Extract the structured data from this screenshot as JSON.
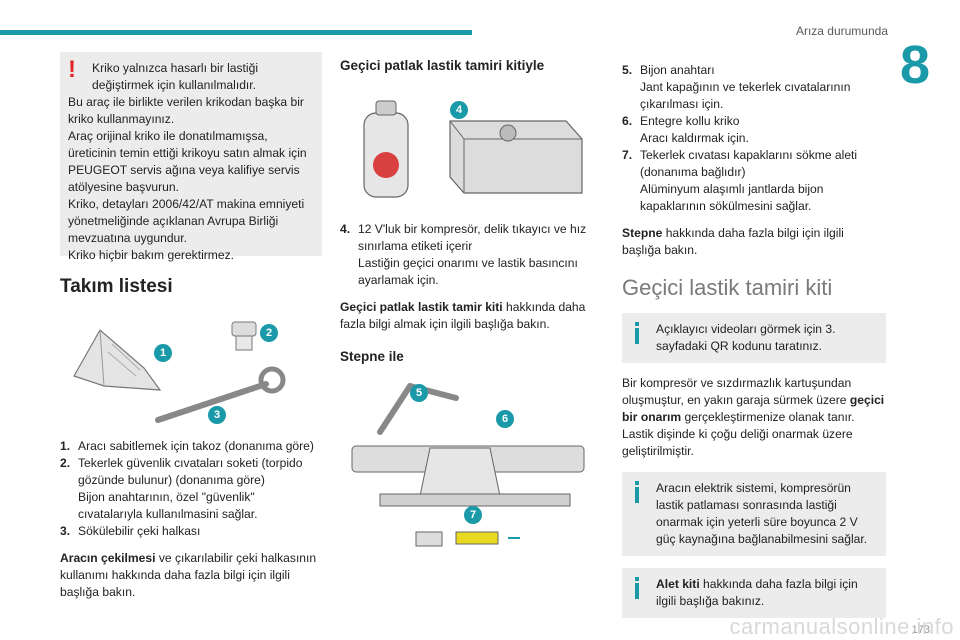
{
  "header": {
    "title": "Arıza durumunda",
    "chapter": "8"
  },
  "col1": {
    "warning_first": "Kriko yalnızca hasarlı bir lastiği değiştirmek için kullanılmalıdır.",
    "warning_rest": [
      "Bu araç ile birlikte verilen krikodan başka bir kriko kullanmayınız.",
      "Araç orijinal kriko ile donatılmamışsa, üreticinin temin ettiği krikoyu satın almak için PEUGEOT servis ağına veya kalifiye servis atölyesine başvurun.",
      "Kriko, detayları 2006/42/AT makina emniyeti yönetmeliğinde açıklanan Avrupa Birliği mevzuatına uygundur.",
      "Kriko hiçbir bakım gerektirmez."
    ],
    "heading": "Takım listesi",
    "callouts": [
      "1",
      "2",
      "3"
    ],
    "items": [
      {
        "n": "1.",
        "lines": [
          "Aracı sabitlemek için takoz (donanıma göre)"
        ]
      },
      {
        "n": "2.",
        "lines": [
          "Tekerlek güvenlik cıvataları soketi (torpido gözünde bulunur) (donanıma göre)",
          "Bijon anahtarının, özel \"güvenlik\" cıvatalarıyla kullanılmasini sağlar."
        ]
      },
      {
        "n": "3.",
        "lines": [
          "Sökülebilir çeki halkası"
        ]
      }
    ],
    "para_bold": "Aracın çekilmesi",
    "para_rest": " ve çıkarılabilir çeki halkasının kullanımı hakkında daha fazla bilgi için ilgili başlığa bakın."
  },
  "col2": {
    "heading1": "Geçici patlak lastik tamiri kitiyle",
    "callout4": "4",
    "item4_n": "4.",
    "item4_l1": "12 V'luk bir kompresör, delik tıkayıcı ve hız sınırlama etiketi içerir",
    "item4_l2": "Lastiğin geçici onarımı ve lastik basıncını ayarlamak için.",
    "para_bold": "Geçici patlak lastik tamir kiti",
    "para_rest": " hakkında daha fazla bilgi almak için ilgili başlığa bakın.",
    "heading2": "Stepne ile",
    "callouts": [
      "5",
      "6",
      "7"
    ]
  },
  "col3": {
    "items": [
      {
        "n": "5.",
        "lines": [
          "Bijon anahtarı",
          "Jant kapağının ve tekerlek cıvatalarının çıkarılması için."
        ]
      },
      {
        "n": "6.",
        "lines": [
          "Entegre kollu kriko",
          "Aracı kaldırmak için."
        ]
      },
      {
        "n": "7.",
        "lines": [
          "Tekerlek cıvatası kapaklarını sökme aleti (donanıma bağlıdır)",
          "Alüminyum alaşımlı jantlarda bijon kapaklarının sökülmesini sağlar."
        ]
      }
    ],
    "para1_bold": "Stepne",
    "para1_rest": " hakkında daha fazla bilgi için ilgili başlığa bakın.",
    "heading": "Geçici lastik tamiri kiti",
    "info1": "Açıklayıcı videoları görmek için 3. sayfadaki QR kodunu taratınız.",
    "para2_a": "Bir kompresör ve sızdırmazlık kartuşundan oluşmuştur, en yakın garaja sürmek üzere ",
    "para2_bold": "geçici bir onarım",
    "para2_b": " gerçekleştirmenize olanak tanır. Lastik dişinde ki çoğu deliği onarmak üzere geliştirilmiştir.",
    "info2": "Aracın elektrik sistemi, kompresörün lastik patlaması sonrasında lastiği onarmak için yeterli süre boyunca 2 V güç kaynağına bağlanabilmesini sağlar.",
    "info3_bold": "Alet kiti",
    "info3_rest": " hakkında daha fazla bilgi için ilgili başlığa bakınız."
  },
  "footer": {
    "page": "173",
    "watermark": "carmanualsonline.info"
  }
}
